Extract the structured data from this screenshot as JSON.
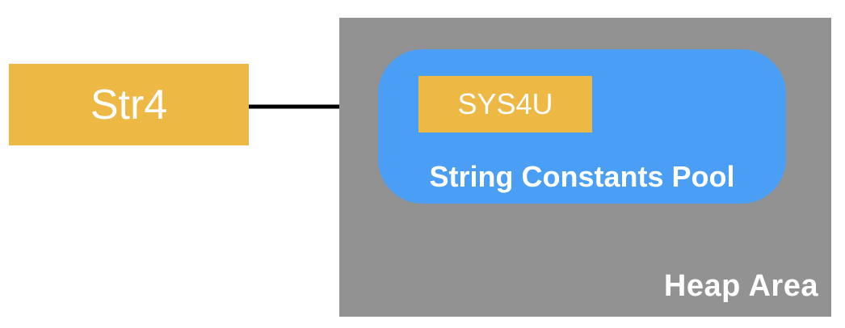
{
  "colors": {
    "box-orange": "#EDB844",
    "pool-blue": "#4A9FF5",
    "heap-gray": "#929292",
    "arrow-black": "#000000",
    "label-white": "#FFFFFF"
  },
  "diagram": {
    "variable": {
      "label": "Str4"
    },
    "literal": {
      "label": "SYS4U"
    },
    "pool": {
      "label": "String Constants Pool"
    },
    "heap": {
      "label": "Heap Area"
    },
    "arrow": {
      "from": "Str4",
      "to": "SYS4U"
    }
  }
}
